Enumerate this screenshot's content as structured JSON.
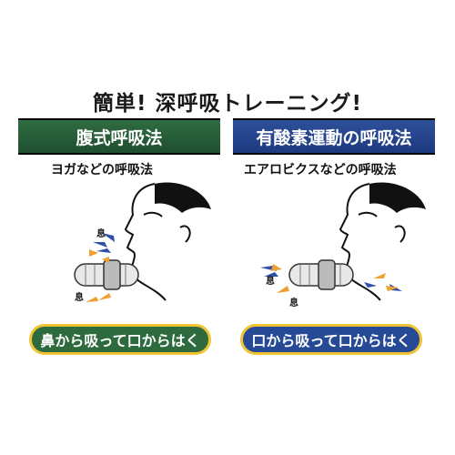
{
  "title": "簡単! 深呼吸トレーニング!",
  "left_panel": {
    "header": "腹式呼吸法",
    "caption": "ヨガなどの呼吸法",
    "breath_label_top": "息",
    "breath_label_bottom": "息",
    "instruction": "鼻から吸って口からはく",
    "accent_color": "#2d6a3e"
  },
  "right_panel": {
    "header": "有酸素運動の呼吸法",
    "caption": "エアロビクスなどの呼吸法",
    "breath_label_top": "息",
    "breath_label_bottom": "息",
    "instruction": "口から吸って口からはく",
    "accent_color": "#264a96"
  },
  "colors": {
    "pill_border": "#f1c232",
    "arrow_orange": "#f0a030",
    "arrow_blue": "#2f4fa8"
  }
}
